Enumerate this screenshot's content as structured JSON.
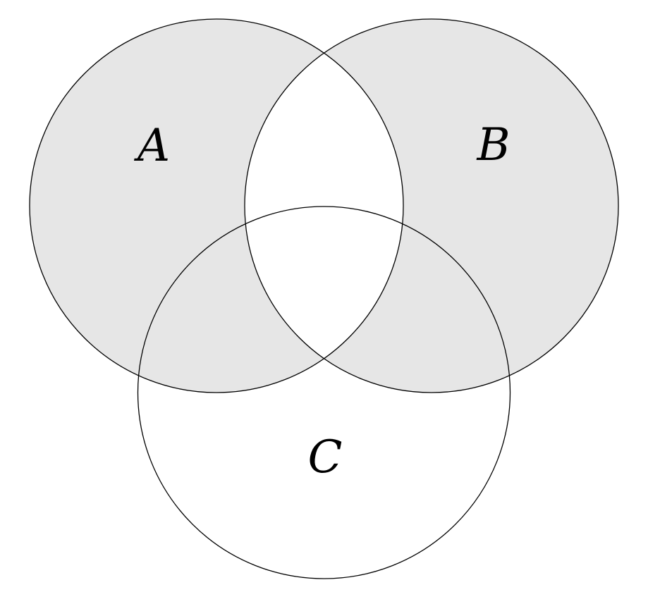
{
  "venn": {
    "background_color": "#ffffff",
    "stroke_color": "#000000",
    "shade_color": "#e6e6e6",
    "sets": [
      {
        "label": "A",
        "shaded": true
      },
      {
        "label": "B",
        "shaded": true
      },
      {
        "label": "C",
        "shaded": false
      }
    ],
    "shaded_region": "symmetric difference of A and B: (A ∪ B) minus (A ∩ B)",
    "unshaded_regions": [
      "A ∩ B",
      "A ∩ B ∩ C",
      "C only"
    ]
  }
}
